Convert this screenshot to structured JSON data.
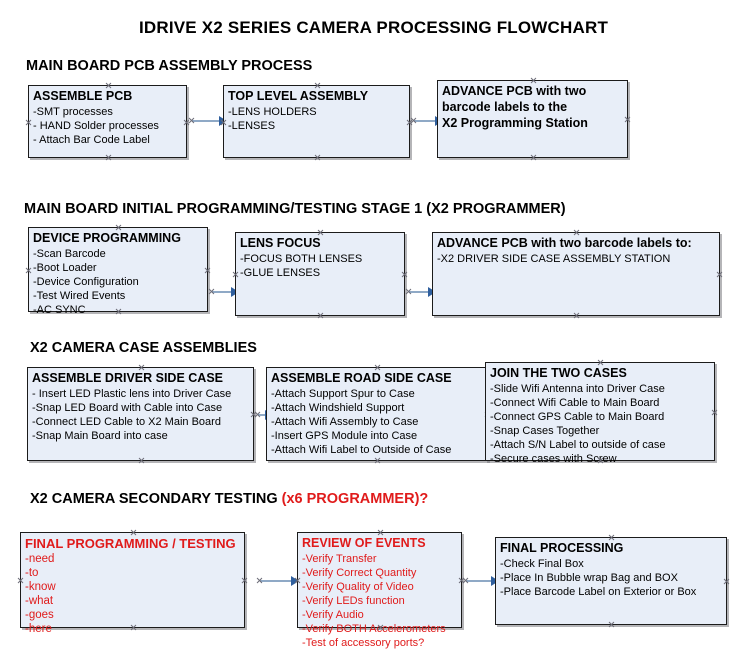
{
  "document": {
    "title": "IDRIVE X2  SERIES CAMERA PROCESSING FLOWCHART",
    "accent_color": "#e01b1b",
    "node_fill": "#e8eef8",
    "connector_color": "#8fa9c6",
    "arrowhead_color": "#2f5f9e"
  },
  "sections": [
    {
      "heading": "MAIN BOARD PCB ASSEMBLY PROCESS",
      "heading_accent": "",
      "nodes": [
        {
          "header": "ASSEMBLE PCB",
          "lines": [
            "-SMT processes",
            "- HAND Solder processes",
            "- Attach Bar Code Label"
          ]
        },
        {
          "header": "TOP LEVEL ASSEMBLY",
          "lines": [
            "-LENS HOLDERS",
            "-LENSES"
          ]
        },
        {
          "header": "ADVANCE PCB with two",
          "lines": [
            "barcode labels to the",
            " X2 Programming Station"
          ]
        }
      ]
    },
    {
      "heading": "MAIN BOARD INITIAL PROGRAMMING/TESTING STAGE 1 (X2 PROGRAMMER)",
      "heading_accent": "",
      "nodes": [
        {
          "header": "DEVICE PROGRAMMING",
          "lines": [
            "-Scan Barcode",
            "-Boot Loader",
            "-Device Configuration",
            "-Test Wired Events",
            "-AC SYNC"
          ]
        },
        {
          "header": "LENS FOCUS",
          "lines": [
            "-FOCUS BOTH LENSES",
            "-GLUE LENSES"
          ]
        },
        {
          "header": "ADVANCE PCB with two barcode labels to:",
          "lines": [
            "-X2 DRIVER  SIDE  CASE  ASSEMBLY STATION"
          ]
        }
      ]
    },
    {
      "heading": "X2 CAMERA CASE ASSEMBLIES",
      "heading_accent": "",
      "nodes": [
        {
          "header": "ASSEMBLE DRIVER SIDE CASE",
          "lines": [
            "- Insert LED Plastic lens into Driver Case",
            "-Snap LED Board with Cable into Case",
            "-Connect LED Cable to X2 Main Board",
            "-Snap Main Board into case"
          ]
        },
        {
          "header": "ASSEMBLE ROAD SIDE CASE",
          "lines": [
            "-Attach Support Spur to Case",
            "-Attach Windshield Support",
            "-Attach Wifi Assembly to Case",
            "-Insert GPS Module into Case",
            "-Attach Wifi Label to Outside of Case"
          ]
        },
        {
          "header": "JOIN THE TWO CASES",
          "lines": [
            "-Slide Wifi Antenna into Driver Case",
            "-Connect Wifi Cable to Main Board",
            "-Connect GPS Cable to Main Board",
            "-Snap Cases Together",
            "-Attach S/N Label to outside of case",
            "-Secure cases with Screw"
          ]
        }
      ]
    },
    {
      "heading": "X2 CAMERA SECONDARY TESTING ",
      "heading_accent": "(x6 PROGRAMMER)?",
      "nodes": [
        {
          "header": "FINAL PROGRAMMING / TESTING",
          "lines": [
            "-need",
            "-to",
            "-know",
            "-what",
            "-goes",
            "-here"
          ]
        },
        {
          "header": "REVIEW OF EVENTS",
          "lines": [
            "-Verify Transfer",
            "-Verify Correct Quantity",
            "-Verify Quality of Video",
            "-Verify LEDs function",
            "-Verify Audio",
            "-Verify BOTH Accelerometers",
            "-Test of accessory ports?"
          ]
        },
        {
          "header": "FINAL PROCESSING",
          "lines": [
            " -Check Final Box",
            "-Place In Bubble wrap Bag and BOX",
            "-Place Barcode Label on Exterior or Box"
          ]
        }
      ]
    }
  ]
}
